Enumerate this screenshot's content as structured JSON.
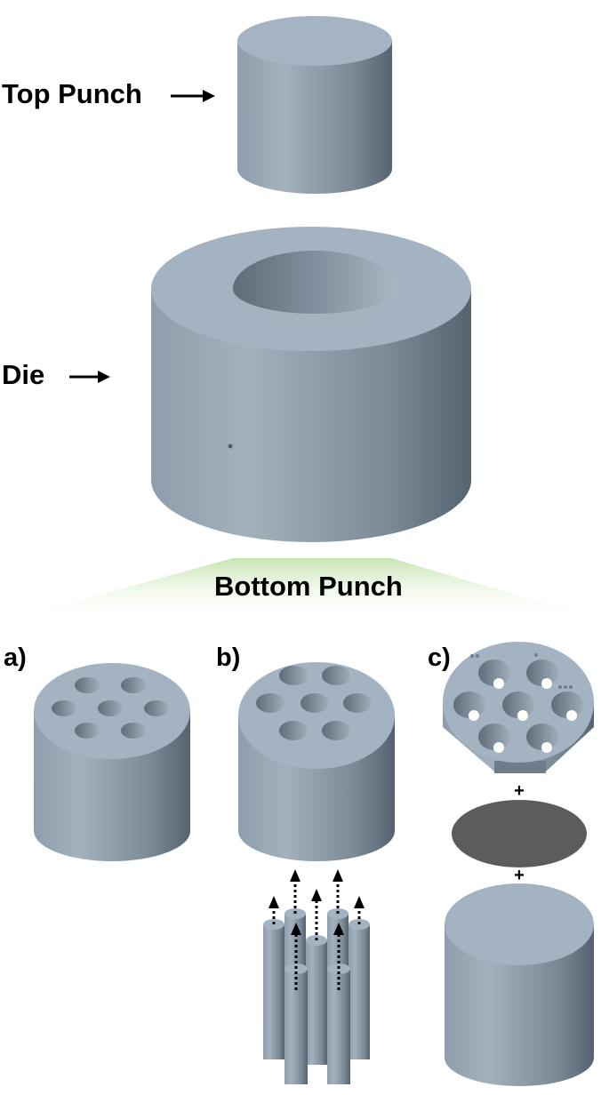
{
  "labels": {
    "top_punch": "Top Punch",
    "die": "Die",
    "bottom_punch": "Bottom Punch",
    "variant_a": "a)",
    "variant_b": "b)",
    "variant_c": "c)",
    "plus": "+"
  },
  "colors": {
    "metal_top": "#a4b3c2",
    "metal_side_light": "#9aa9b7",
    "metal_side_dark": "#5d6b78",
    "hole_dark": "#6f7e8c",
    "disc": "#5c5c5c",
    "banner_green": "#cfe8bd",
    "text": "#000000"
  }
}
